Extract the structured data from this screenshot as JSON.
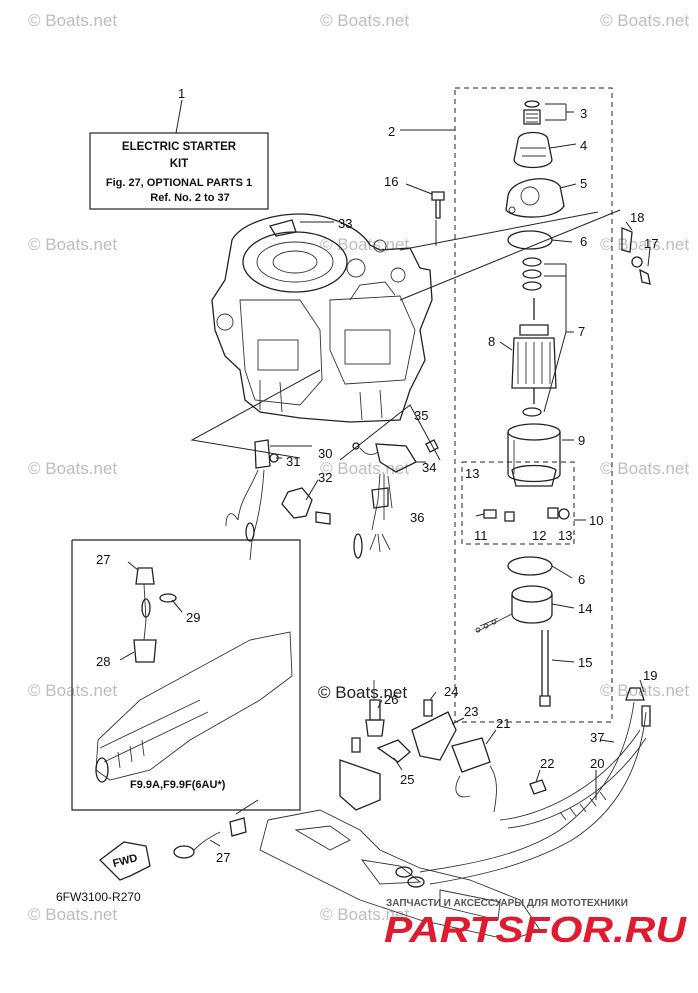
{
  "watermark": "© Boats.net",
  "watermark_center": "© Boats.net",
  "kit_box": {
    "line1": "ELECTRIC STARTER",
    "line2": "KIT",
    "line3": "Fig. 27, OPTIONAL PARTS 1",
    "line4": "Ref. No. 2 to 37"
  },
  "inset_label": "F9.9A,F9.9F(6AU*)",
  "fwd_label": "FWD",
  "diagram_code": "6FW3100-R270",
  "shop_tagline": "ЗАПЧАСТИ И АКСЕССУАРЫ ДЛЯ МОТОТЕХНИКИ",
  "shop_logo": "PARTSFOR.RU",
  "colors": {
    "shop_red": "#e01b2f",
    "line": "#222222",
    "watermark": "#bdbdbd"
  },
  "callouts": [
    "1",
    "2",
    "3",
    "4",
    "5",
    "6",
    "7",
    "8",
    "9",
    "10",
    "11",
    "12",
    "13",
    "14",
    "15",
    "16",
    "17",
    "18",
    "19",
    "20",
    "21",
    "22",
    "23",
    "24",
    "25",
    "26",
    "27",
    "28",
    "29",
    "30",
    "31",
    "32",
    "33",
    "34",
    "35",
    "36",
    "37"
  ],
  "callout_extra": {
    "6b": "6",
    "13b": "13",
    "27b": "27"
  }
}
